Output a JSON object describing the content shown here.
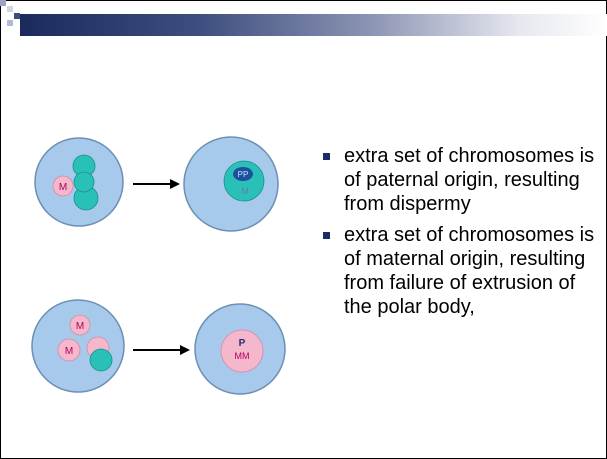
{
  "slide": {
    "bullets": [
      "extra set of chromosomes is of paternal origin, resulting from dispermy",
      "extra set of chromosomes is of maternal origin, resulting from  failure of extrusion of the polar body,"
    ]
  },
  "diagram": {
    "row1_left_label": "M",
    "row1_right_top_label": "PP",
    "row1_right_bottom_label": "M",
    "row2_left_label_top": "M",
    "row2_left_label_bottom": "M",
    "row2_right_label_top": "P",
    "row2_right_label_bottom": "MM"
  },
  "colors": {
    "cell_fill": "#a6c9ec",
    "cell_stroke": "#6c8fb3",
    "teal": "#29c1b7",
    "pink": "#f5b7cc",
    "bullet": "#1a2c66"
  }
}
